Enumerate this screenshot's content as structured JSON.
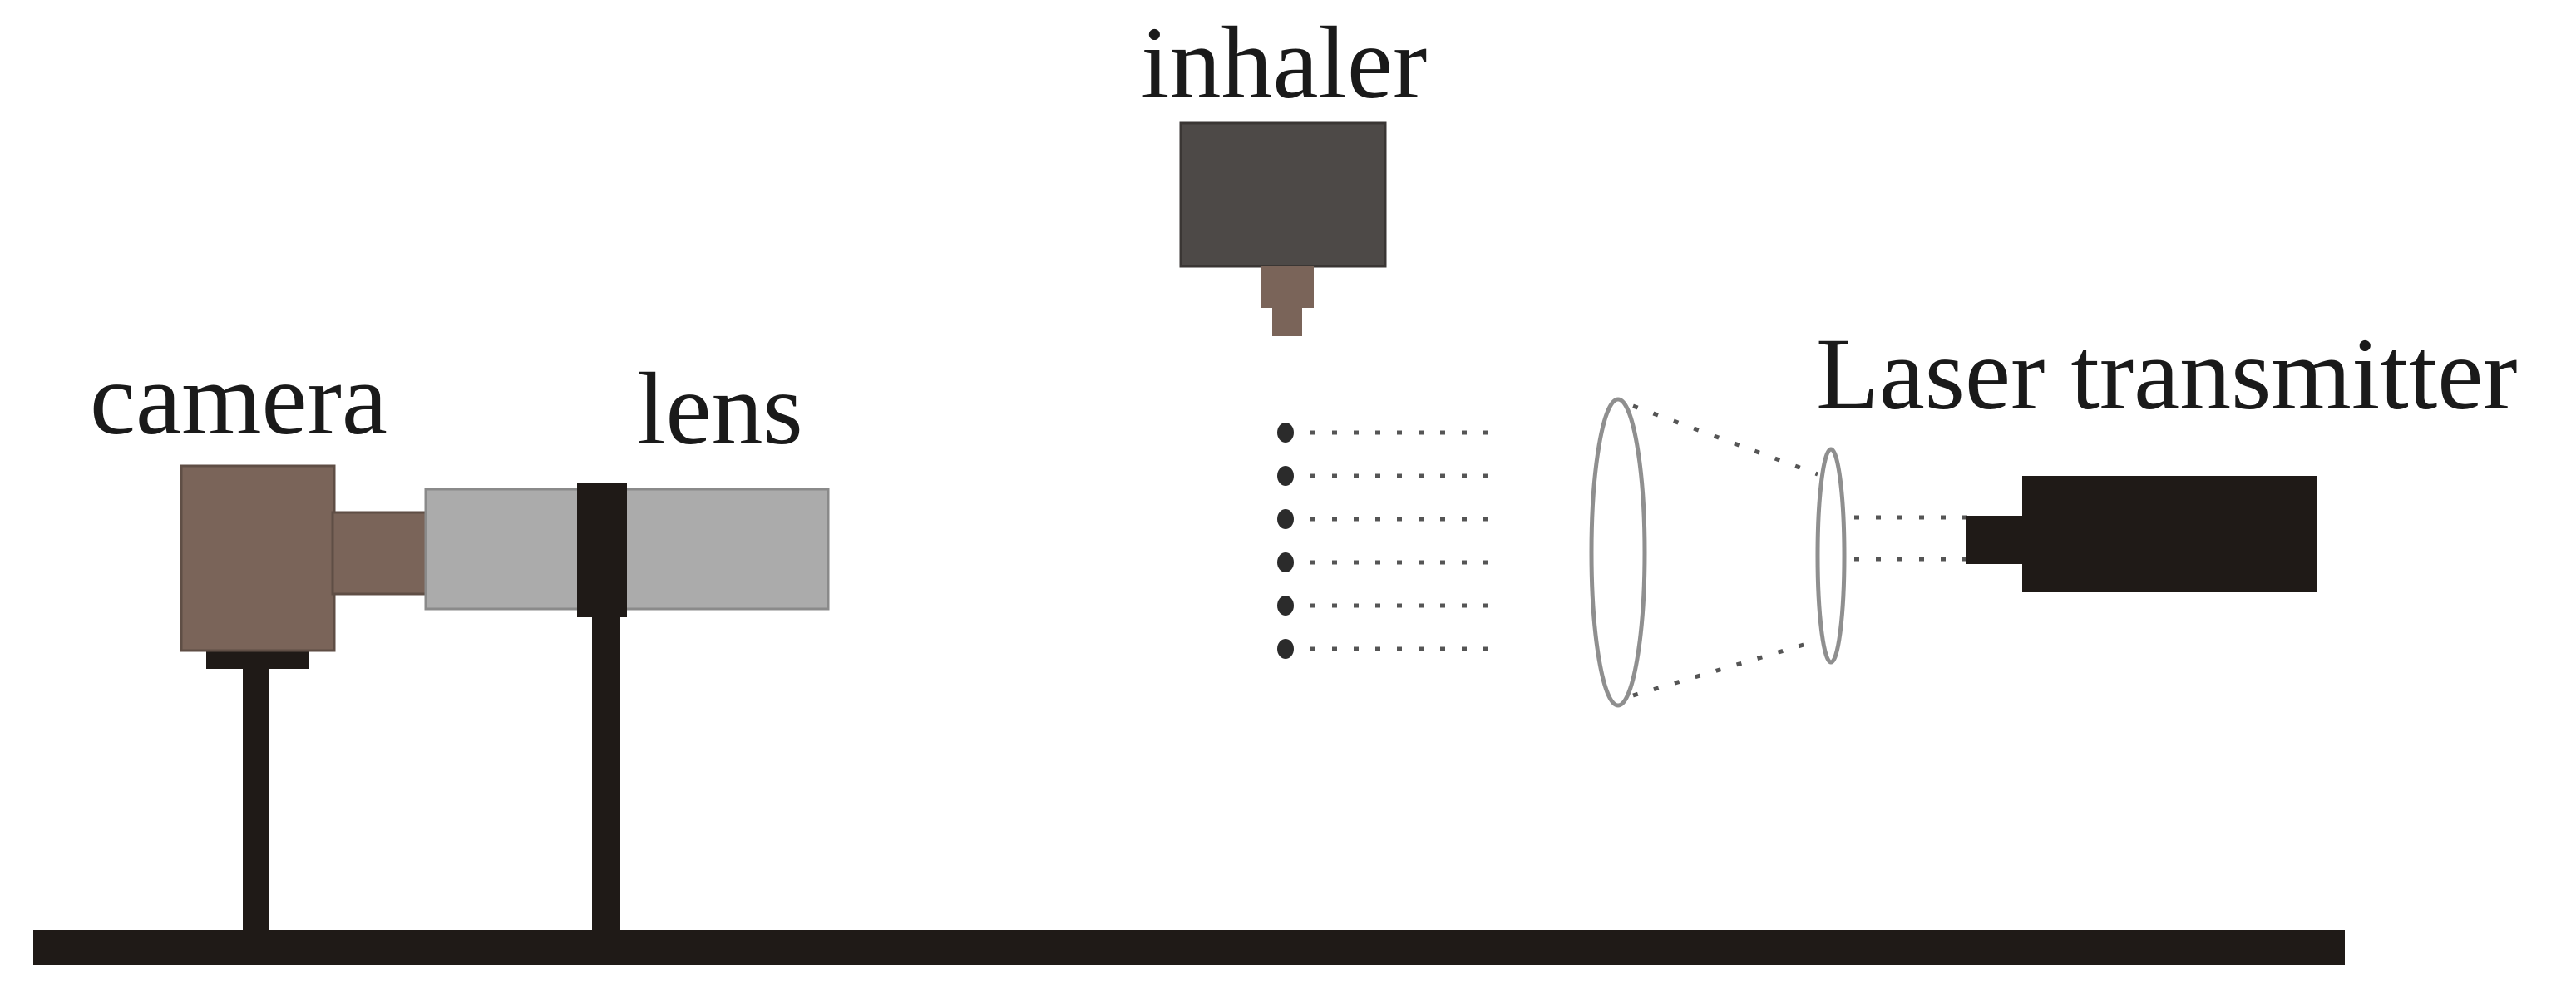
{
  "labels": {
    "inhaler": "inhaler",
    "camera": "camera",
    "lens": "lens",
    "laser_transmitter": "Laser transmitter"
  },
  "colors": {
    "background": "#ffffff",
    "rail": "#1f1a17",
    "camera_body": "#7a6459",
    "camera_mount": "#1f1a17",
    "lens_barrel": "#ababab",
    "lens_clamp": "#1f1a17",
    "inhaler_body": "#4d4947",
    "inhaler_nozzle": "#7a6459",
    "laser_body": "#1f1a17",
    "optics_outline": "#8f8f8f",
    "particles": "#2b2b2b"
  },
  "components": [
    {
      "id": "base-rail",
      "name": "base rail"
    },
    {
      "id": "camera",
      "name": "camera"
    },
    {
      "id": "lens",
      "name": "lens"
    },
    {
      "id": "inhaler",
      "name": "inhaler"
    },
    {
      "id": "particle-stream",
      "name": "aerosol particles"
    },
    {
      "id": "cylindrical-lens-large",
      "name": "large lens"
    },
    {
      "id": "cylindrical-lens-small",
      "name": "small lens"
    },
    {
      "id": "laser-transmitter",
      "name": "Laser transmitter"
    }
  ]
}
